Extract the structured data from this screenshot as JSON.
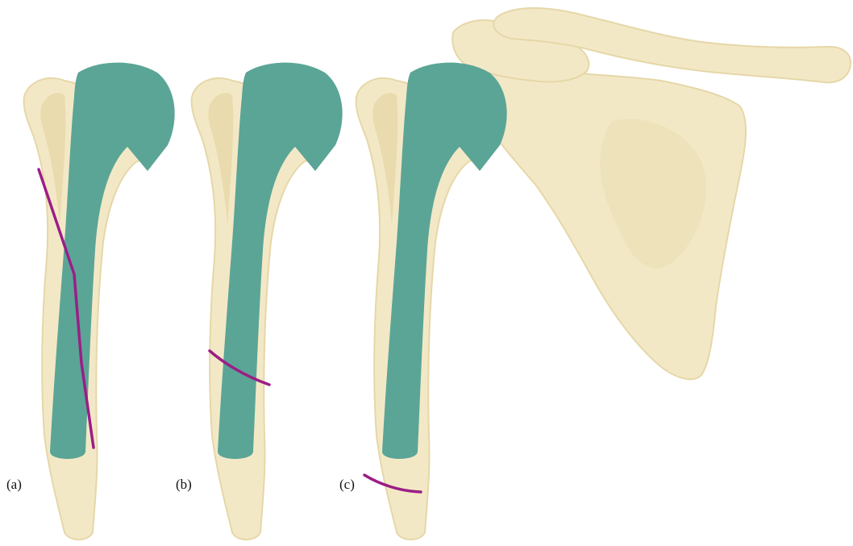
{
  "colors": {
    "bone_fill": "#F3E8C6",
    "bone_outline": "#E6D7A8",
    "bone_shade": "#E9DBAE",
    "implant": "#5BA596",
    "fracture_line": "#9B1E86",
    "background": "#FFFFFF"
  },
  "panels": [
    {
      "id": "a",
      "label": "(a)",
      "fracture_type": "long oblique"
    },
    {
      "id": "b",
      "label": "(b)",
      "fracture_type": "transverse at mid-stem"
    },
    {
      "id": "c",
      "label": "(c)",
      "fracture_type": "transverse distal to stem tip"
    }
  ]
}
